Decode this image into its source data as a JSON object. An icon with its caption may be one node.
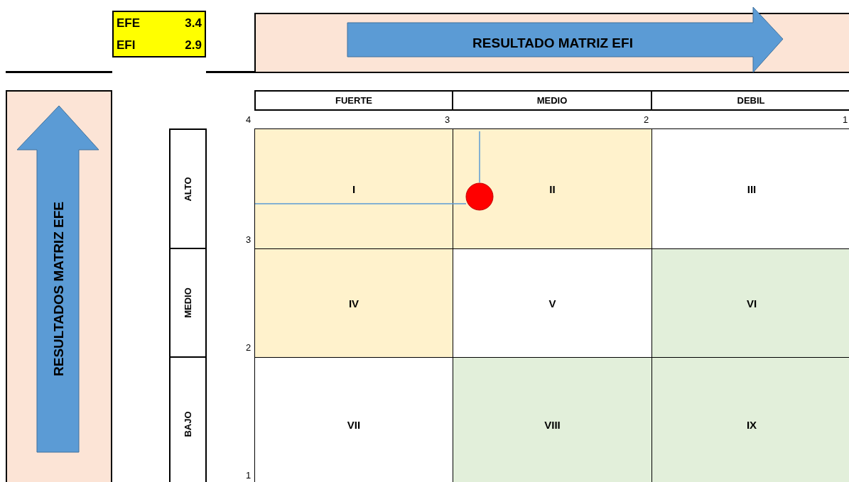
{
  "diagram": {
    "nodes": [
      {
        "text": [
          "EFE",
          "3.4",
          "EFI",
          "2.9"
        ]
      },
      {
        "text": [
          "RESULTADO MATRIZ EFI"
        ]
      },
      {
        "text": [
          "RESULTADOS MATRIZ EFE"
        ]
      },
      {
        "text": [
          "FUERTE"
        ]
      },
      {
        "text": [
          "MEDIO"
        ]
      },
      {
        "text": [
          "DEBIL"
        ]
      },
      {
        "text": [
          "ALTO"
        ]
      },
      {
        "text": [
          "MEDIO"
        ]
      },
      {
        "text": [
          "BAJO"
        ]
      },
      {
        "text": [
          "I"
        ]
      },
      {
        "text": [
          "II"
        ]
      },
      {
        "text": [
          "III"
        ]
      },
      {
        "text": [
          "IV"
        ]
      },
      {
        "text": [
          "V"
        ]
      },
      {
        "text": [
          "VI"
        ]
      },
      {
        "text": [
          "VII"
        ]
      },
      {
        "text": [
          "VIII"
        ]
      },
      {
        "text": [
          "IX"
        ]
      },
      {
        "text": [],
        "shape": "circle",
        "in": 10
      }
    ],
    "edges": [
      {
        "from": 18,
        "to": 9,
        "arrow": "none"
      },
      {
        "from": 18,
        "to": 10,
        "arrow": "none"
      }
    ],
    "labels": [
      "4",
      "3",
      "2",
      "1",
      "3",
      "2",
      "1"
    ]
  }
}
